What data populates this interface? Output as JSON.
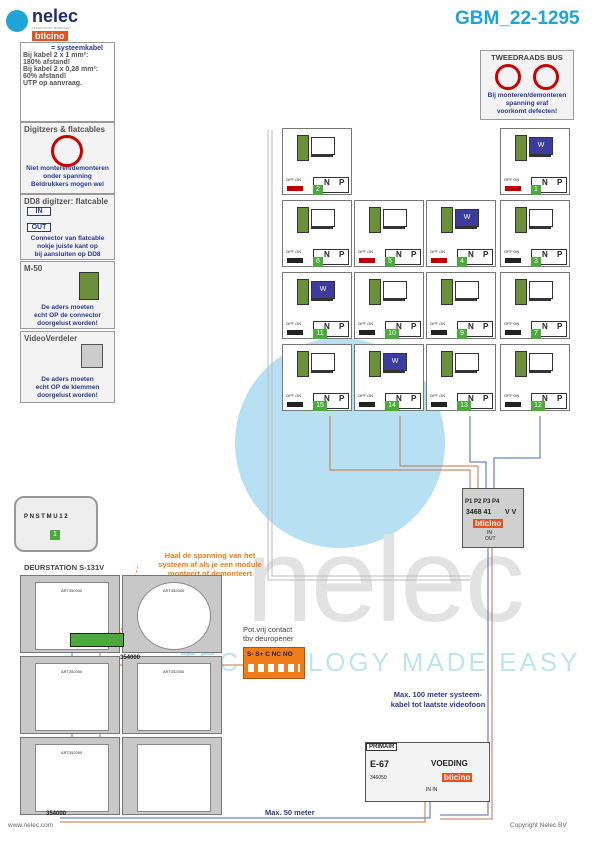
{
  "header": {
    "logo_brand": "nelec",
    "logo_tagline": "TECHNOLOGY MADE EASY",
    "logo_sub": "bticino",
    "code": "GBM_22-1295"
  },
  "legend": {
    "cable_title": "= systeemkabel",
    "cable_lines": [
      "Bij kabel 2 x 1 mm²:",
      "180% afstand!",
      "Bij kabel 2 x 0,28 mm²:",
      "60% afstand!",
      "UTP op aanvraag."
    ],
    "digitizers_title": "Digitzers & flatcables",
    "digitizers_lines": [
      "Niet monteren/demonteren",
      "onder spanning",
      "Beldrukkers mogen wel"
    ],
    "dd8_title": "DD8 digitzer: flatcable",
    "dd8_in": "IN",
    "dd8_out": "OUT",
    "dd8_lines": [
      "Connector van flatcable",
      "nokje juiste kant op",
      "bij aansluiten op DD8"
    ],
    "m50_title": "M-50",
    "m50_lines": [
      "De aders moeten",
      "echt OP de connector",
      "doorgelust worden!"
    ],
    "vv_title": "VideoVerdeler",
    "vv_lines": [
      "De aders moeten",
      "echt OP de klemmen",
      "doorgelust worden!"
    ]
  },
  "bus_warning": {
    "title": "TWEEDRAADS BUS",
    "lines": [
      "Bij monteren/demonteren",
      "spanning eraf",
      "voorkomt defecten!"
    ]
  },
  "monitors": [
    {
      "id": "2",
      "screen": "plain",
      "switch": "red"
    },
    {
      "id": "1",
      "screen": "w",
      "switch": "red"
    },
    {
      "id": "6",
      "screen": "plain",
      "switch": "plain"
    },
    {
      "id": "5",
      "screen": "plain",
      "switch": "red"
    },
    {
      "id": "4",
      "screen": "w",
      "switch": "red"
    },
    {
      "id": "3",
      "screen": "plain",
      "switch": "plain"
    },
    {
      "id": "11",
      "screen": "w",
      "switch": "plain"
    },
    {
      "id": "10",
      "screen": "plain",
      "switch": "plain"
    },
    {
      "id": "9",
      "screen": "plain",
      "switch": "plain"
    },
    {
      "id": "7",
      "screen": "plain",
      "switch": "plain"
    },
    {
      "id": "15",
      "screen": "plain",
      "switch": "plain"
    },
    {
      "id": "14",
      "screen": "w",
      "switch": "plain"
    },
    {
      "id": "13",
      "screen": "plain",
      "switch": "plain"
    },
    {
      "id": "12",
      "screen": "plain",
      "switch": "plain"
    }
  ],
  "monitor_labels": {
    "n": "N",
    "p": "P",
    "off_on": "OFF ON"
  },
  "distributor": {
    "terminals": "P1 P2 P3 P4",
    "code": "3468 41",
    "vv": "V V",
    "brand": "bticino",
    "in": "IN",
    "out": "OUT"
  },
  "door_station": {
    "title": "DEURSTATION S-131V",
    "dip_labels": [
      "P",
      "N",
      "S",
      "T",
      "M"
    ],
    "dip_extra": "U 1 2",
    "dip_value": "1",
    "module_codes": [
      "ART350000",
      "ART352000",
      "ART352000",
      "ART352000",
      "ART352000"
    ],
    "note_lines": [
      "Haal de spanning van het",
      "systeem af als je een module",
      "monteert of demonteert"
    ],
    "cable_code_1": "354000",
    "cable_code_2": "354000"
  },
  "contact": {
    "title_lines": [
      "Pot.vrij contact",
      "tbv deuropener"
    ],
    "terminals": "S- S+ C NC NO"
  },
  "power_supply": {
    "primair": "PRIMAIR",
    "model": "E-67",
    "label": "VOEDING",
    "code": "346050",
    "brand": "bticino",
    "in_out": "IN  IN"
  },
  "annotations": {
    "max100_lines": [
      "Max. 100 meter systeem-",
      "kabel tot laatste videofoon"
    ],
    "max50": "Max. 50 meter"
  },
  "watermark": {
    "text": "nelec",
    "sub": "TECHNOLOGY MADE EASY"
  },
  "footer": {
    "left": "www.nelec.com",
    "right": "Copyright Nelec BV"
  },
  "colors": {
    "brand_blue": "#1fa3d8",
    "dark_blue": "#2b3a8f",
    "red": "#c00000",
    "orange": "#f07d1a",
    "green": "#4caa3c"
  }
}
